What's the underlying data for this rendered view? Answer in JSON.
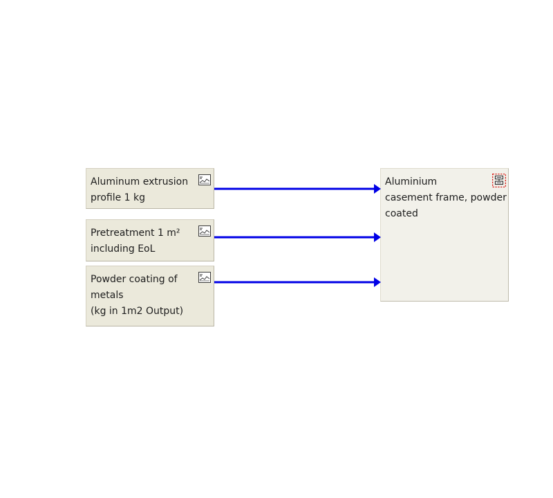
{
  "diagram": {
    "source_processes": [
      {
        "id": "extrusion",
        "label": "Aluminum extrusion\nprofile 1 kg",
        "icon": "unit-process-chart-icon"
      },
      {
        "id": "pretreatment",
        "label": "Pretreatment 1 m²\nincluding EoL",
        "icon": "unit-process-chart-icon"
      },
      {
        "id": "powder",
        "label": "Powder coating of\nmetals\n(kg in 1m2 Output)",
        "icon": "unit-process-chart-icon"
      }
    ],
    "target_process": {
      "id": "frame",
      "label": "Aluminium\ncasement frame, powder\ncoated",
      "icon": "plan-system-icon"
    },
    "edges": [
      {
        "from": "extrusion",
        "to": "frame"
      },
      {
        "from": "pretreatment",
        "to": "frame"
      },
      {
        "from": "powder",
        "to": "frame"
      }
    ],
    "colors": {
      "edge": "#0000e6",
      "source_box": "#ebe9db",
      "target_box": "#f2f1ea",
      "icon_red": "#d9201a"
    }
  }
}
